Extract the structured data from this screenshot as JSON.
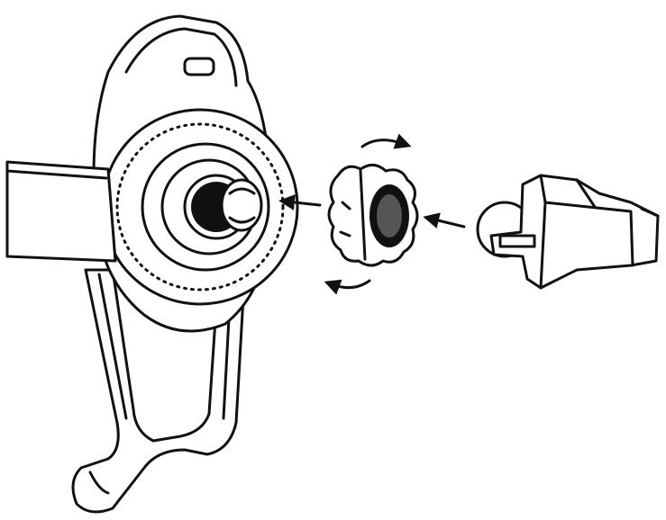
{
  "diagram": {
    "type": "assembly-illustration",
    "parts": [
      "phone-holder",
      "lock-nut",
      "vent-clip"
    ],
    "colors": {
      "line": "#111111",
      "background": "#ffffff"
    }
  }
}
